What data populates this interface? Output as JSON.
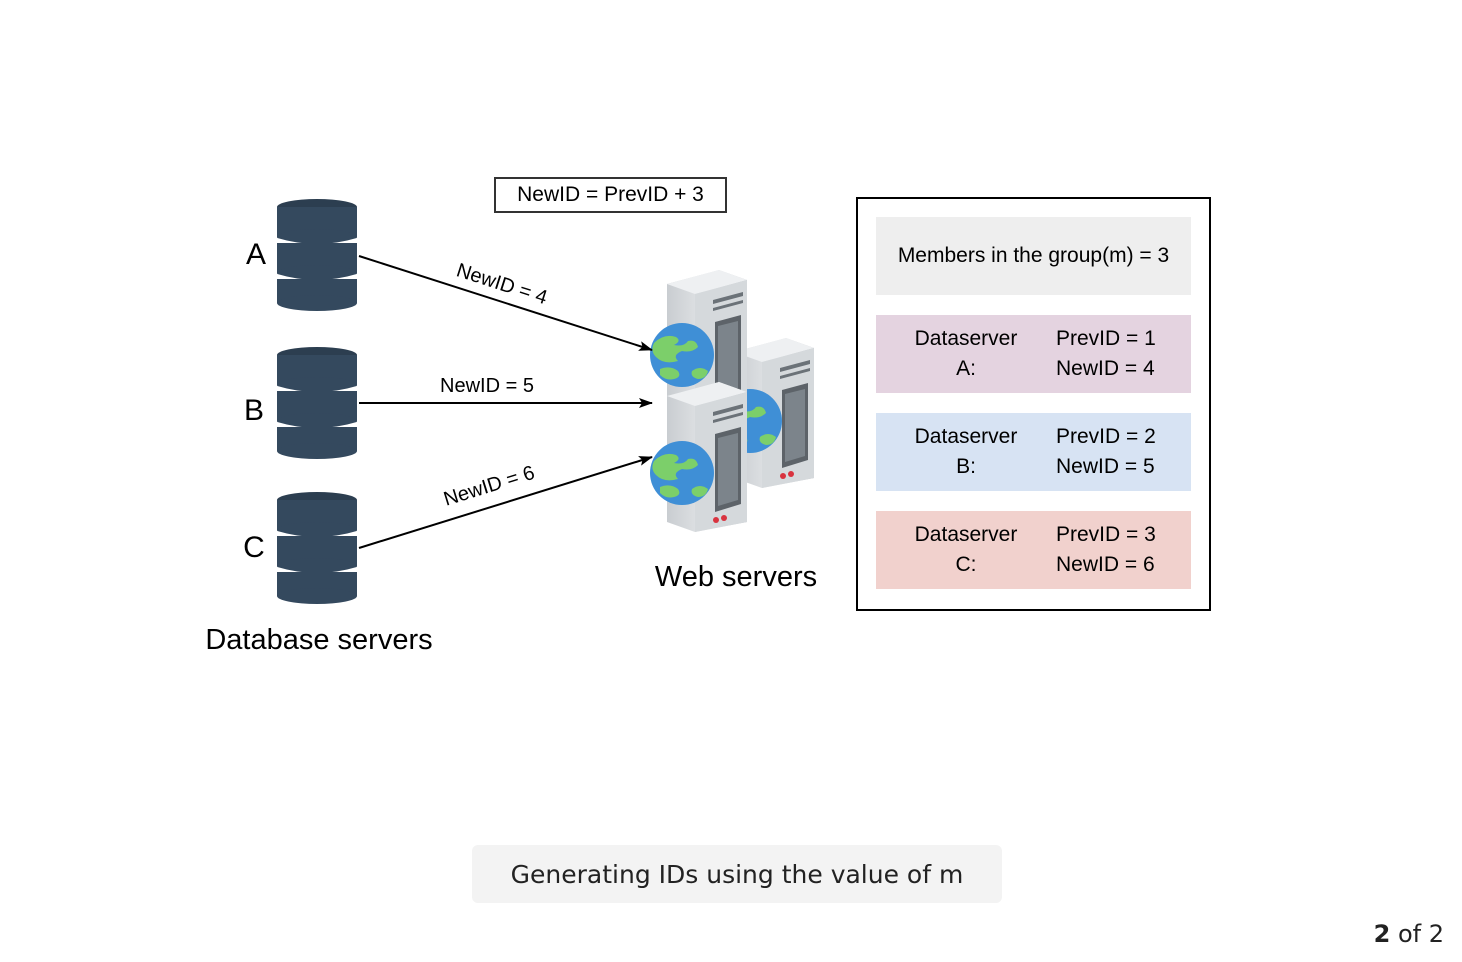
{
  "formula": "NewID = PrevID + 3",
  "database_servers": {
    "label": "Database servers",
    "items": [
      {
        "id": "A",
        "arrow_label": "NewID = 4"
      },
      {
        "id": "B",
        "arrow_label": "NewID = 5"
      },
      {
        "id": "C",
        "arrow_label": "NewID = 6"
      }
    ]
  },
  "web_servers": {
    "label": "Web servers"
  },
  "panel": {
    "members": "Members in the group(m) = 3",
    "dataservers": [
      {
        "name_line1": "Dataserver",
        "name_line2": "A:",
        "prev": "PrevID = 1",
        "new": "NewID = 4",
        "color": "#e4d3e0"
      },
      {
        "name_line1": "Dataserver",
        "name_line2": "B:",
        "prev": "PrevID = 2",
        "new": "NewID = 5",
        "color": "#d7e3f3"
      },
      {
        "name_line1": "Dataserver",
        "name_line2": "C:",
        "prev": "PrevID = 3",
        "new": "NewID = 6",
        "color": "#f1d1cd"
      }
    ]
  },
  "caption": "Generating IDs using the value of m",
  "pager": {
    "current": "2",
    "total_text": "of 2"
  },
  "colors": {
    "database": "#34495e",
    "database_dark": "#2c3e50",
    "globe_ocean": "#3f8fd6",
    "globe_land": "#7ccf6a"
  }
}
